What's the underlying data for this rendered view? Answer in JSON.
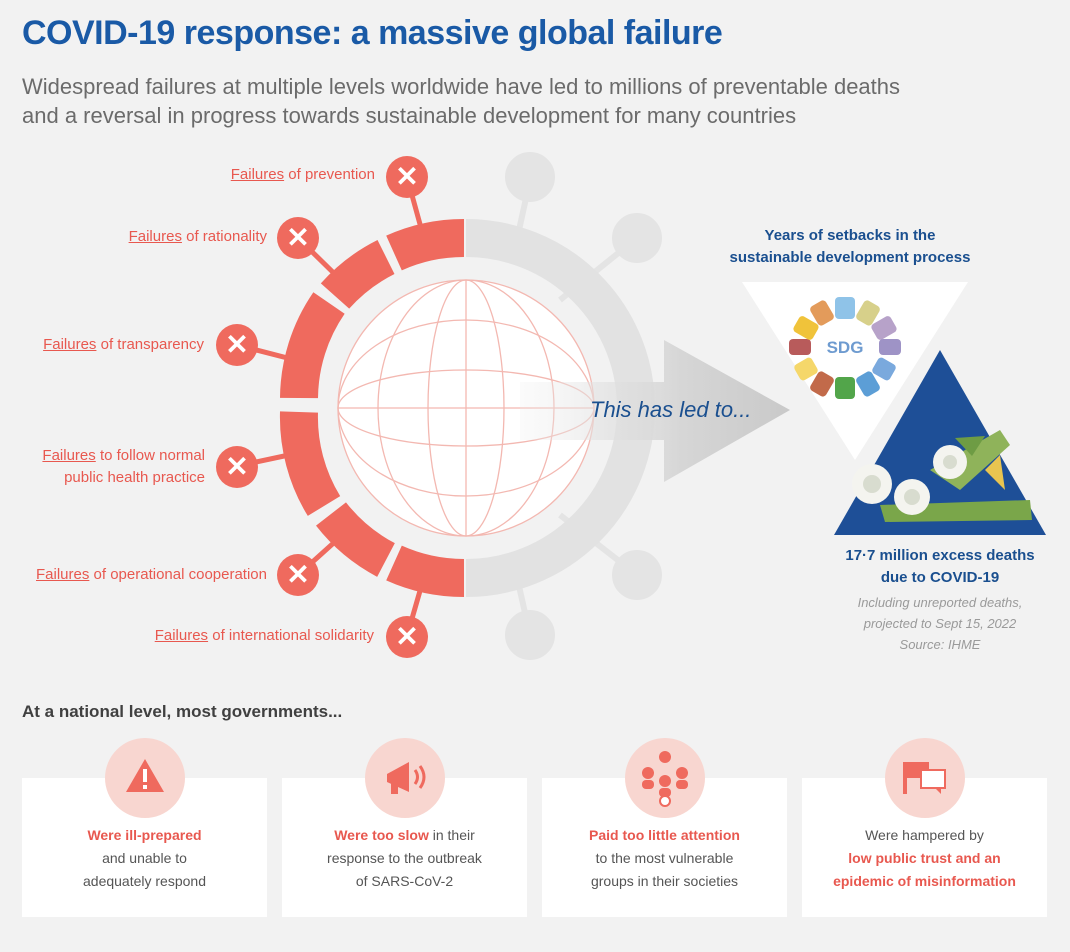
{
  "header": {
    "title": "COVID-19 response: a massive global failure",
    "subtitle": "Widespread failures at multiple levels worldwide have led to millions of preventable deaths and a reversal in progress towards sustainable development for many countries"
  },
  "failures": [
    {
      "keyword": "Failures",
      "rest": " of prevention"
    },
    {
      "keyword": "Failures",
      "rest": " of rationality"
    },
    {
      "keyword": "Failures",
      "rest": " of transparency"
    },
    {
      "keyword": "Failures",
      "rest": " to follow normal",
      "line2": "public health practice"
    },
    {
      "keyword": "Failures",
      "rest": " of operational cooperation"
    },
    {
      "keyword": "Failures",
      "rest": " of international solidarity"
    }
  ],
  "arrow_label": "This has led to...",
  "sdg": {
    "heading_line1": "Years of setbacks in the",
    "heading_line2": "sustainable development process",
    "logo_text": "SDG"
  },
  "deaths": {
    "line1": "17·7 million excess deaths",
    "line2": "due to COVID-19",
    "note1": "Including unreported deaths,",
    "note2": "projected to Sept 15, 2022",
    "note3": "Source: IHME"
  },
  "national_heading": "At a national level, most governments...",
  "cards": [
    {
      "icon": "warning-icon",
      "emphasis": "Were ill-prepared",
      "line2": "and unable to",
      "line3": "adequately respond"
    },
    {
      "icon": "megaphone-icon",
      "emphasis": "Were too slow",
      "line1_rest": " in their",
      "line2": "response to the outbreak",
      "line3": "of SARS-CoV-2"
    },
    {
      "icon": "people-group-icon",
      "emphasis": "Paid too little attention",
      "line2": "to the most vulnerable",
      "line3": "groups in their societies"
    },
    {
      "icon": "flag-speech-icon",
      "plain": "Were hampered by",
      "emph2": "low public trust and an",
      "emph3": "epidemic of misinformation"
    }
  ],
  "colors": {
    "accent_red": "#ef6a5e",
    "title_blue": "#1a5aa6",
    "dark_blue": "#1a4f8f"
  }
}
